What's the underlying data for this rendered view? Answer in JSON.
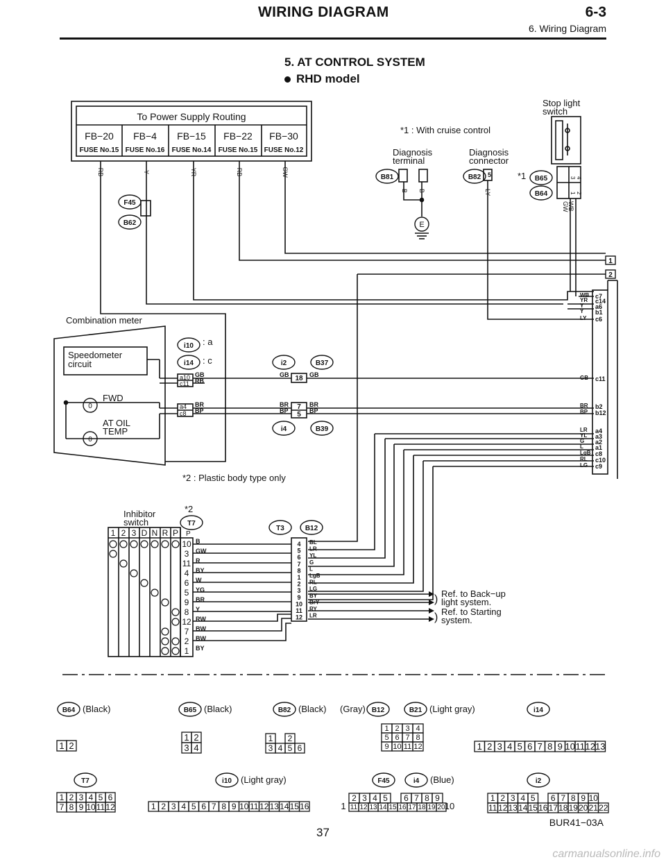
{
  "header": {
    "title": "WIRING DIAGRAM",
    "section_number": "6-3",
    "subtitle": "6. Wiring Diagram"
  },
  "section": {
    "title": "5. AT CONTROL SYSTEM",
    "model": "RHD model"
  },
  "power_supply": {
    "title": "To Power Supply Routing",
    "fuses": [
      {
        "fb": "FB−20",
        "fuse": "FUSE No.15"
      },
      {
        "fb": "FB−4",
        "fuse": "FUSE No.16"
      },
      {
        "fb": "FB−15",
        "fuse": "FUSE No.14"
      },
      {
        "fb": "FB−22",
        "fuse": "FUSE No.15"
      },
      {
        "fb": "FB−30",
        "fuse": "FUSE No.12"
      }
    ],
    "wire_colors": [
      "RB",
      "Y",
      "YR",
      "RB",
      "GW"
    ]
  },
  "labels": {
    "stop_light_switch": [
      "Stop light",
      "switch"
    ],
    "cruise_note": "*1 : With cruise control",
    "diagnosis_terminal": [
      "Diagnosis",
      "terminal"
    ],
    "diagnosis_connector": [
      "Diagnosis",
      "connector"
    ],
    "combination_meter": "Combination meter",
    "speedometer_circuit": [
      "Speedometer",
      "circuit"
    ],
    "fwd": "FWD",
    "at_oil_temp": [
      "AT OIL",
      "TEMP"
    ],
    "i10_note": ": a",
    "i14_note": ": c",
    "plastic_note": "*2 : Plastic body type only",
    "inhibitor_switch": [
      "Inhibitor",
      "switch"
    ],
    "star2": "*2",
    "star1": "*1",
    "ref_backup": [
      "Ref. to Back−up",
      "light system."
    ],
    "ref_starting": [
      "Ref. to Starting",
      "system."
    ]
  },
  "connectors": {
    "B81": "B81",
    "B82": "B82",
    "B65": "B65",
    "B64": "B64",
    "F45": "F45",
    "B62": "B62",
    "i10": "i10",
    "i14": "i14",
    "i2": "i2",
    "B37": "B37",
    "i4": "i4",
    "B39": "B39",
    "T7": "T7",
    "T3": "T3",
    "B12": "B12",
    "E": "E",
    "ground": "0"
  },
  "junctions": [
    "1",
    "2"
  ],
  "meter_pins": {
    "upper": [
      {
        "pin": "a10",
        "wire": "GB"
      },
      {
        "pin": "c11",
        "wire": "RB"
      }
    ],
    "lower": [
      {
        "pin": "a4",
        "wire": "BR"
      },
      {
        "pin": "c8",
        "wire": "BP"
      }
    ]
  },
  "mid_connector": {
    "top": {
      "pin": "18",
      "left": "GB",
      "right": "GB"
    },
    "bottom": [
      {
        "pin": "7",
        "left": "BR",
        "right": "BR"
      },
      {
        "pin": "5",
        "left": "BP",
        "right": "BP"
      }
    ]
  },
  "right_pins": [
    {
      "pin": "c7",
      "wire": "WB"
    },
    {
      "pin": "c14",
      "wire": "YR"
    },
    {
      "pin": "a6",
      "wire": "Y"
    },
    {
      "pin": "b1",
      "wire": "Y"
    },
    {
      "pin": "c6",
      "wire": "LY"
    },
    {
      "pin": "c11",
      "wire": "GB"
    },
    {
      "pin": "b2",
      "wire": "BR"
    },
    {
      "pin": "b12",
      "wire": "BP"
    },
    {
      "pin": "a4",
      "wire": "LR"
    },
    {
      "pin": "a3",
      "wire": "YL"
    },
    {
      "pin": "a2",
      "wire": "G"
    },
    {
      "pin": "a1",
      "wire": "L"
    },
    {
      "pin": "c8",
      "wire": "LgB"
    },
    {
      "pin": "c10",
      "wire": "RL"
    },
    {
      "pin": "c9",
      "wire": "LG"
    }
  ],
  "diag_wires": {
    "terminal": [
      "B",
      "B"
    ],
    "connector": "LY",
    "stop_switch": [
      "GW",
      "WB"
    ],
    "b65_pins": [
      "3",
      "4",
      "1",
      "2"
    ],
    "b82_pin": "5"
  },
  "inhibitor": {
    "header": [
      "1",
      "2",
      "3",
      "D",
      "N",
      "R",
      "P"
    ],
    "pins": [
      {
        "pin": "10",
        "wire": "B"
      },
      {
        "pin": "3",
        "wire": "GW"
      },
      {
        "pin": "11",
        "wire": "R"
      },
      {
        "pin": "4",
        "wire": "BY"
      },
      {
        "pin": "6",
        "wire": "W"
      },
      {
        "pin": "5",
        "wire": "YG"
      },
      {
        "pin": "9",
        "wire": "BR"
      },
      {
        "pin": "8",
        "wire": "Y"
      },
      {
        "pin": "12",
        "wire": "RW"
      },
      {
        "pin": "7",
        "wire": "BW"
      },
      {
        "pin": "2",
        "wire": "BW"
      },
      {
        "pin": "1",
        "wire": "BY"
      }
    ]
  },
  "t3_connector": [
    {
      "pin": "4",
      "wire": "BL"
    },
    {
      "pin": "5",
      "wire": "LR"
    },
    {
      "pin": "6",
      "wire": "YL"
    },
    {
      "pin": "7",
      "wire": "G"
    },
    {
      "pin": "8",
      "wire": "L"
    },
    {
      "pin": "1",
      "wire": "LgB"
    },
    {
      "pin": "2",
      "wire": "RL"
    },
    {
      "pin": "3",
      "wire": "LG"
    },
    {
      "pin": "9",
      "wire": "BY"
    },
    {
      "pin": "10",
      "wire": "BrY"
    },
    {
      "pin": "11",
      "wire": "RY"
    },
    {
      "pin": "12",
      "wire": "LR"
    }
  ],
  "legend": {
    "b64": "(Black)",
    "b65": "(Black)",
    "b82": "(Black)",
    "b12": "(Gray)",
    "b21": "(Light gray)",
    "B21": "B21",
    "i10": "(Light gray)",
    "i4": "(Blue)",
    "b64_pins": [
      [
        "1",
        "2"
      ]
    ],
    "b65_pins": [
      [
        "1",
        "2"
      ],
      [
        "3",
        "4"
      ]
    ],
    "b82_pins": [
      [
        "1",
        "",
        "2"
      ],
      [
        "3",
        "4",
        "5",
        "6"
      ]
    ],
    "b12_pins": [
      [
        "1",
        "2",
        "3",
        "4"
      ],
      [
        "5",
        "6",
        "7",
        "8"
      ],
      [
        "9",
        "10",
        "11",
        "12"
      ]
    ],
    "i14_pins": [
      [
        "1",
        "2",
        "3",
        "4",
        "5",
        "6",
        "7",
        "8",
        "9",
        "10",
        "11",
        "12",
        "13"
      ]
    ],
    "t7_pins": [
      [
        "1",
        "2",
        "3",
        "4",
        "5",
        "6"
      ],
      [
        "7",
        "8",
        "9",
        "10",
        "11",
        "12"
      ]
    ],
    "i10_pins": [
      [
        "1",
        "2",
        "3",
        "4",
        "5",
        "6",
        "7",
        "8",
        "9",
        "10",
        "11",
        "12",
        "13",
        "14",
        "15",
        "16"
      ]
    ],
    "f45_pins": {
      "left": "1",
      "right": "10",
      "top": [
        "2",
        "3",
        "4",
        "5",
        "",
        "6",
        "7",
        "8",
        "9"
      ],
      "bottom": [
        "11",
        "12",
        "13",
        "14",
        "15",
        "16",
        "17",
        "18",
        "19",
        "20"
      ]
    },
    "i2_pins": [
      [
        "1",
        "2",
        "3",
        "4",
        "5",
        "",
        "6",
        "7",
        "8",
        "9",
        "10"
      ],
      [
        "11",
        "12",
        "13",
        "14",
        "15",
        "16",
        "17",
        "18",
        "19",
        "20",
        "21",
        "22"
      ]
    ]
  },
  "footer": {
    "page": "37",
    "code": "BUR41−03A",
    "watermark": "carmanualsonline.info"
  }
}
